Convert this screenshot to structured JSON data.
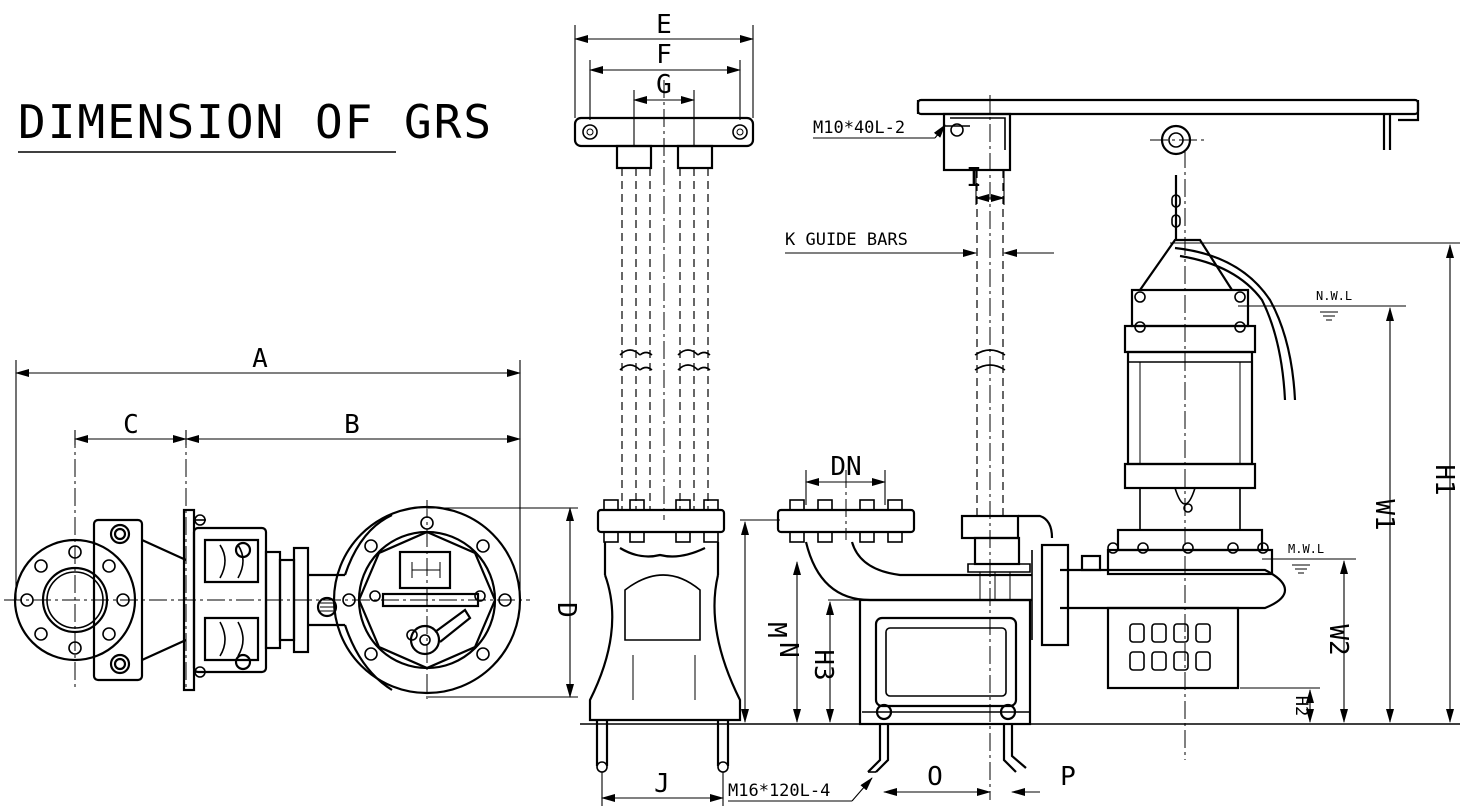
{
  "title": "DIMENSION OF GRS",
  "dimensions": {
    "A": "A",
    "B": "B",
    "C": "C",
    "D": "D",
    "E": "E",
    "F": "F",
    "G": "G",
    "I": "I",
    "J": "J",
    "M": "M",
    "N": "N",
    "H3": "H3",
    "DN": "DN",
    "O": "O",
    "P": "P",
    "H1": "H1",
    "H2": "H2",
    "W1": "W1",
    "W2": "W2"
  },
  "annotations": {
    "bolt_top": "M10*40L-2",
    "bolt_base": "M16*120L-4",
    "guide_bars": "K GUIDE BARS",
    "nwl": "N.W.L",
    "mwl": "M.W.L"
  }
}
